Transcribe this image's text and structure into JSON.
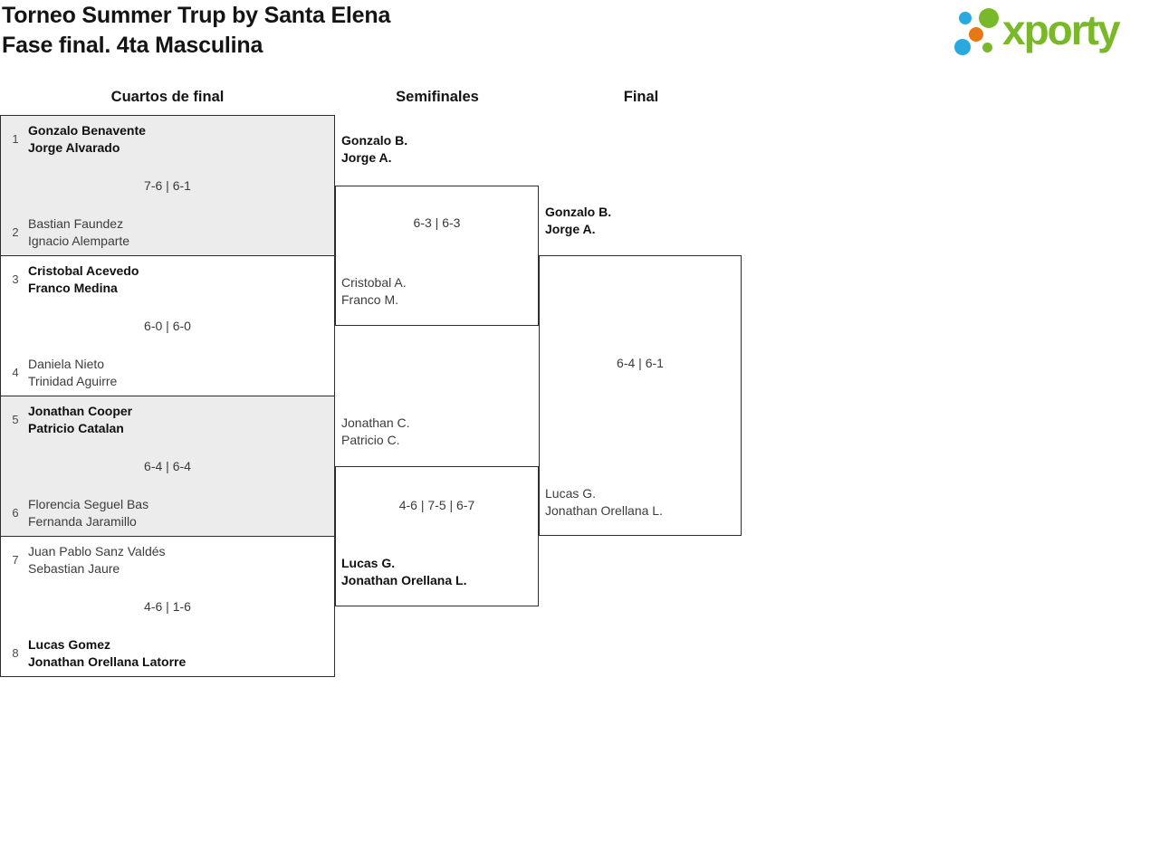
{
  "page": {
    "title": "Torneo Summer Trup by Santa Elena",
    "subtitle": "Fase final. 4ta Masculina"
  },
  "logo": {
    "wordmark": "xporty",
    "colors": {
      "green": "#79b829",
      "blue": "#2aa9e0",
      "orange": "#e87813"
    }
  },
  "round_headers": [
    "Cuartos de final",
    "Semifinales",
    "Final"
  ],
  "quarterfinals": [
    {
      "seed_top": "1",
      "top": [
        "Gonzalo Benavente",
        "Jorge Alvarado"
      ],
      "top_winner": true,
      "score": "7-6 | 6-1",
      "seed_bottom": "2",
      "bottom": [
        "Bastian Faundez",
        "Ignacio Alemparte"
      ],
      "bottom_winner": false
    },
    {
      "seed_top": "3",
      "top": [
        "Cristobal Acevedo",
        "Franco Medina"
      ],
      "top_winner": true,
      "score": "6-0 | 6-0",
      "seed_bottom": "4",
      "bottom": [
        "Daniela Nieto",
        "Trinidad Aguirre"
      ],
      "bottom_winner": false
    },
    {
      "seed_top": "5",
      "top": [
        "Jonathan Cooper",
        "Patricio Catalan"
      ],
      "top_winner": true,
      "score": "6-4 | 6-4",
      "seed_bottom": "6",
      "bottom": [
        "Florencia Seguel Bas",
        "Fernanda Jaramillo"
      ],
      "bottom_winner": false
    },
    {
      "seed_top": "7",
      "top": [
        "Juan Pablo Sanz Valdés",
        "Sebastian Jaure"
      ],
      "top_winner": false,
      "score": "4-6 | 1-6",
      "seed_bottom": "8",
      "bottom": [
        "Lucas Gomez",
        "Jonathan Orellana Latorre"
      ],
      "bottom_winner": true
    }
  ],
  "semifinals": [
    {
      "top": [
        "Gonzalo B.",
        "Jorge A."
      ],
      "top_winner": true,
      "score": "6-3 | 6-3",
      "bottom": [
        "Cristobal A.",
        "Franco M."
      ],
      "bottom_winner": false
    },
    {
      "top": [
        "Jonathan C.",
        "Patricio C."
      ],
      "top_winner": false,
      "score": "4-6 | 7-5 | 6-7",
      "bottom": [
        "Lucas G.",
        "Jonathan Orellana L."
      ],
      "bottom_winner": true
    }
  ],
  "final": {
    "top": [
      "Gonzalo B.",
      "Jorge A."
    ],
    "top_winner": true,
    "score": "6-4 | 6-1",
    "bottom": [
      "Lucas G.",
      "Jonathan Orellana L."
    ],
    "bottom_winner": false
  }
}
